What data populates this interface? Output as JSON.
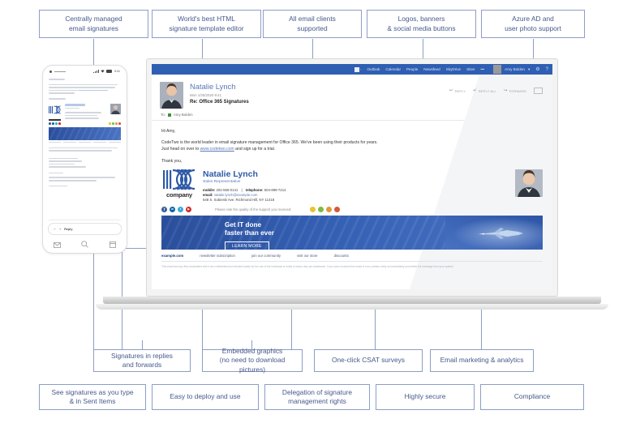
{
  "callouts": {
    "top": [
      {
        "id": "centrally-managed",
        "lines": [
          "Centrally managed",
          "email signatures"
        ]
      },
      {
        "id": "html-editor",
        "lines": [
          "World's best HTML",
          "signature template editor"
        ]
      },
      {
        "id": "all-clients",
        "lines": [
          "All email clients",
          "supported"
        ]
      },
      {
        "id": "logos-banners",
        "lines": [
          "Logos, banners",
          "& social media buttons"
        ]
      },
      {
        "id": "azure-ad",
        "lines": [
          "Azure AD and",
          "user photo support"
        ]
      }
    ],
    "middle": [
      {
        "id": "replies-forwards",
        "lines": [
          "Signatures in replies",
          "and forwards"
        ]
      },
      {
        "id": "embedded-graphics",
        "lines": [
          "Embedded graphics",
          "(no need to download pictures)"
        ]
      },
      {
        "id": "csat-surveys",
        "lines": [
          "One-click CSAT surveys"
        ]
      },
      {
        "id": "email-analytics",
        "lines": [
          "Email marketing & analytics"
        ]
      }
    ],
    "bottom": [
      {
        "id": "see-signatures",
        "lines": [
          "See signatures as you type",
          "& in Sent Items"
        ]
      },
      {
        "id": "easy-deploy",
        "lines": [
          "Easy to deploy and use"
        ]
      },
      {
        "id": "delegation",
        "lines": [
          "Delegation of signature",
          "management rights"
        ]
      },
      {
        "id": "highly-secure",
        "lines": [
          "Highly secure"
        ]
      },
      {
        "id": "compliance",
        "lines": [
          "Compliance"
        ]
      }
    ]
  },
  "owa": {
    "nav": [
      "Outlook",
      "Calendar",
      "People",
      "Newsfeed",
      "SkyDrive",
      "Sites",
      "•••"
    ],
    "user": "Amy Bolden",
    "user_caret": "▾",
    "gear_icon": "gear-icon",
    "help_icon": "help-icon",
    "waffle_icon": "app-launcher-icon"
  },
  "message": {
    "sender": "Natalie Lynch",
    "date": "Mon 1/25/2020 9:41",
    "subject": "Re: Office 365 Signatures",
    "to_label": "To:",
    "to_recipient": "Amy Bolden",
    "actions": [
      {
        "label": "REPLY",
        "icon": "reply-icon"
      },
      {
        "label": "REPLY ALL",
        "icon": "reply-all-icon"
      },
      {
        "label": "FORWARD",
        "icon": "forward-icon"
      }
    ],
    "body": {
      "greeting": "Hi Amy,",
      "para_1a": "CodeTwo is the world leader in email signature management for Office 365. We've been using their products for years.",
      "para_1b_pre": "Just head on over to ",
      "link": "www.codetwo.com",
      "para_1b_post": " and sign up for a trial.",
      "closing": "Thank you,"
    }
  },
  "signature": {
    "logo_word": "company",
    "name": "Natalie Lynch",
    "title": "Sales Representative",
    "mobile_label": "mobile:",
    "mobile": "202-555-0141",
    "separator": "|",
    "telephone_label": "telephone:",
    "telephone": "504-899-7214",
    "email_label": "email:",
    "email": "natalie.lynch@example.com",
    "address": "648 S. Sobieski Ave. Richmond Hill, NY 11418",
    "social": [
      {
        "name": "facebook-icon",
        "glyph": "f",
        "color": "#3b5998"
      },
      {
        "name": "linkedin-icon",
        "glyph": "in",
        "color": "#0a66a8"
      },
      {
        "name": "twitter-icon",
        "glyph": "t",
        "color": "#35a8e0"
      },
      {
        "name": "youtube-icon",
        "glyph": "▶",
        "color": "#d02b2b"
      }
    ],
    "csat_prompt": "Please rate the quality of the support you received:",
    "csat_faces": [
      {
        "name": "csat-face-happy",
        "color": "#e8c430"
      },
      {
        "name": "csat-face-neutral-green",
        "color": "#7dbb43"
      },
      {
        "name": "csat-face-neutral-orange",
        "color": "#e09a3c"
      },
      {
        "name": "csat-face-sad",
        "color": "#d45a3a"
      }
    ],
    "banner": {
      "line1": "Get IT done",
      "line2": "faster than ever",
      "cta": "LEARN MORE"
    },
    "footer_links": [
      "example.com",
      "newsletter subscription",
      "join our community",
      "visit our store",
      "discounts"
    ],
    "disclaimer": "This email and any files transmitted with it are confidential and intended solely for the use of the individual or entity to whom they are addressed. If you have received this email in error, please notify us immediately and delete the message from your system."
  },
  "phone": {
    "status_time": "9:41",
    "signal_icon": "signal-icon",
    "wifi_icon": "wifi-icon",
    "battery_icon": "battery-icon",
    "menu_icon": "menu-icon",
    "reply_label": "Reply",
    "reply_caret": "▾",
    "nav": [
      {
        "name": "mail-icon",
        "glyph": "✉"
      },
      {
        "name": "search-icon",
        "glyph": "⌕"
      },
      {
        "name": "calendar-icon",
        "glyph": "▤"
      }
    ]
  },
  "colors": {
    "accent": "#2f5fb3",
    "callout_border": "#8d9ec4",
    "callout_text": "#46598c",
    "signature_name": "#2e5aa8"
  }
}
